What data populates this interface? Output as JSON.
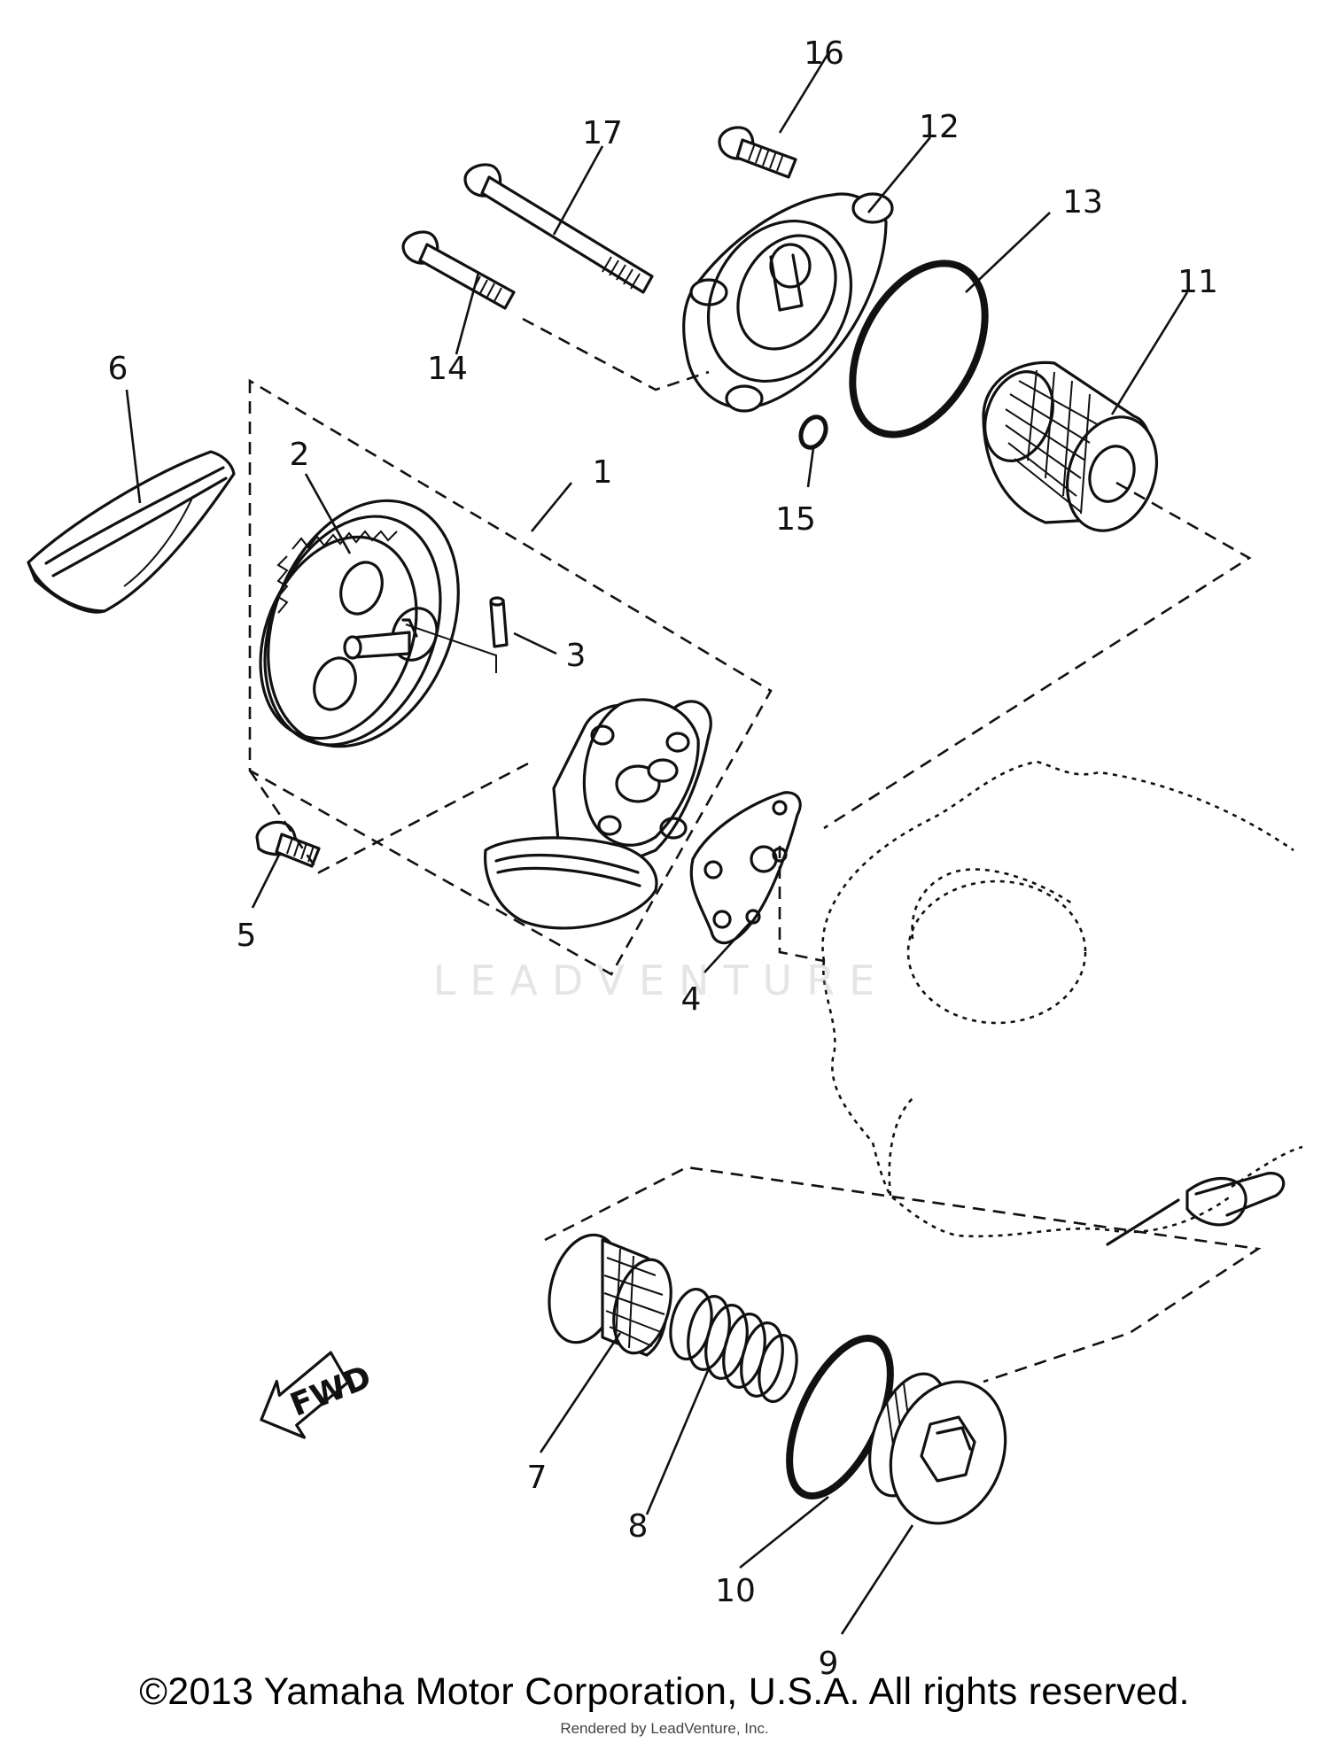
{
  "diagram": {
    "callouts": [
      "1",
      "2",
      "3",
      "4",
      "5",
      "6",
      "7",
      "8",
      "9",
      "10",
      "11",
      "12",
      "13",
      "14",
      "15",
      "16",
      "17"
    ],
    "fwd_label": "FWD",
    "watermark": "LEADVENTURE"
  },
  "footer": {
    "copyright": "©2013 Yamaha Motor Corporation, U.S.A. All rights reserved.",
    "rendered_by": "Rendered by LeadVenture, Inc."
  }
}
